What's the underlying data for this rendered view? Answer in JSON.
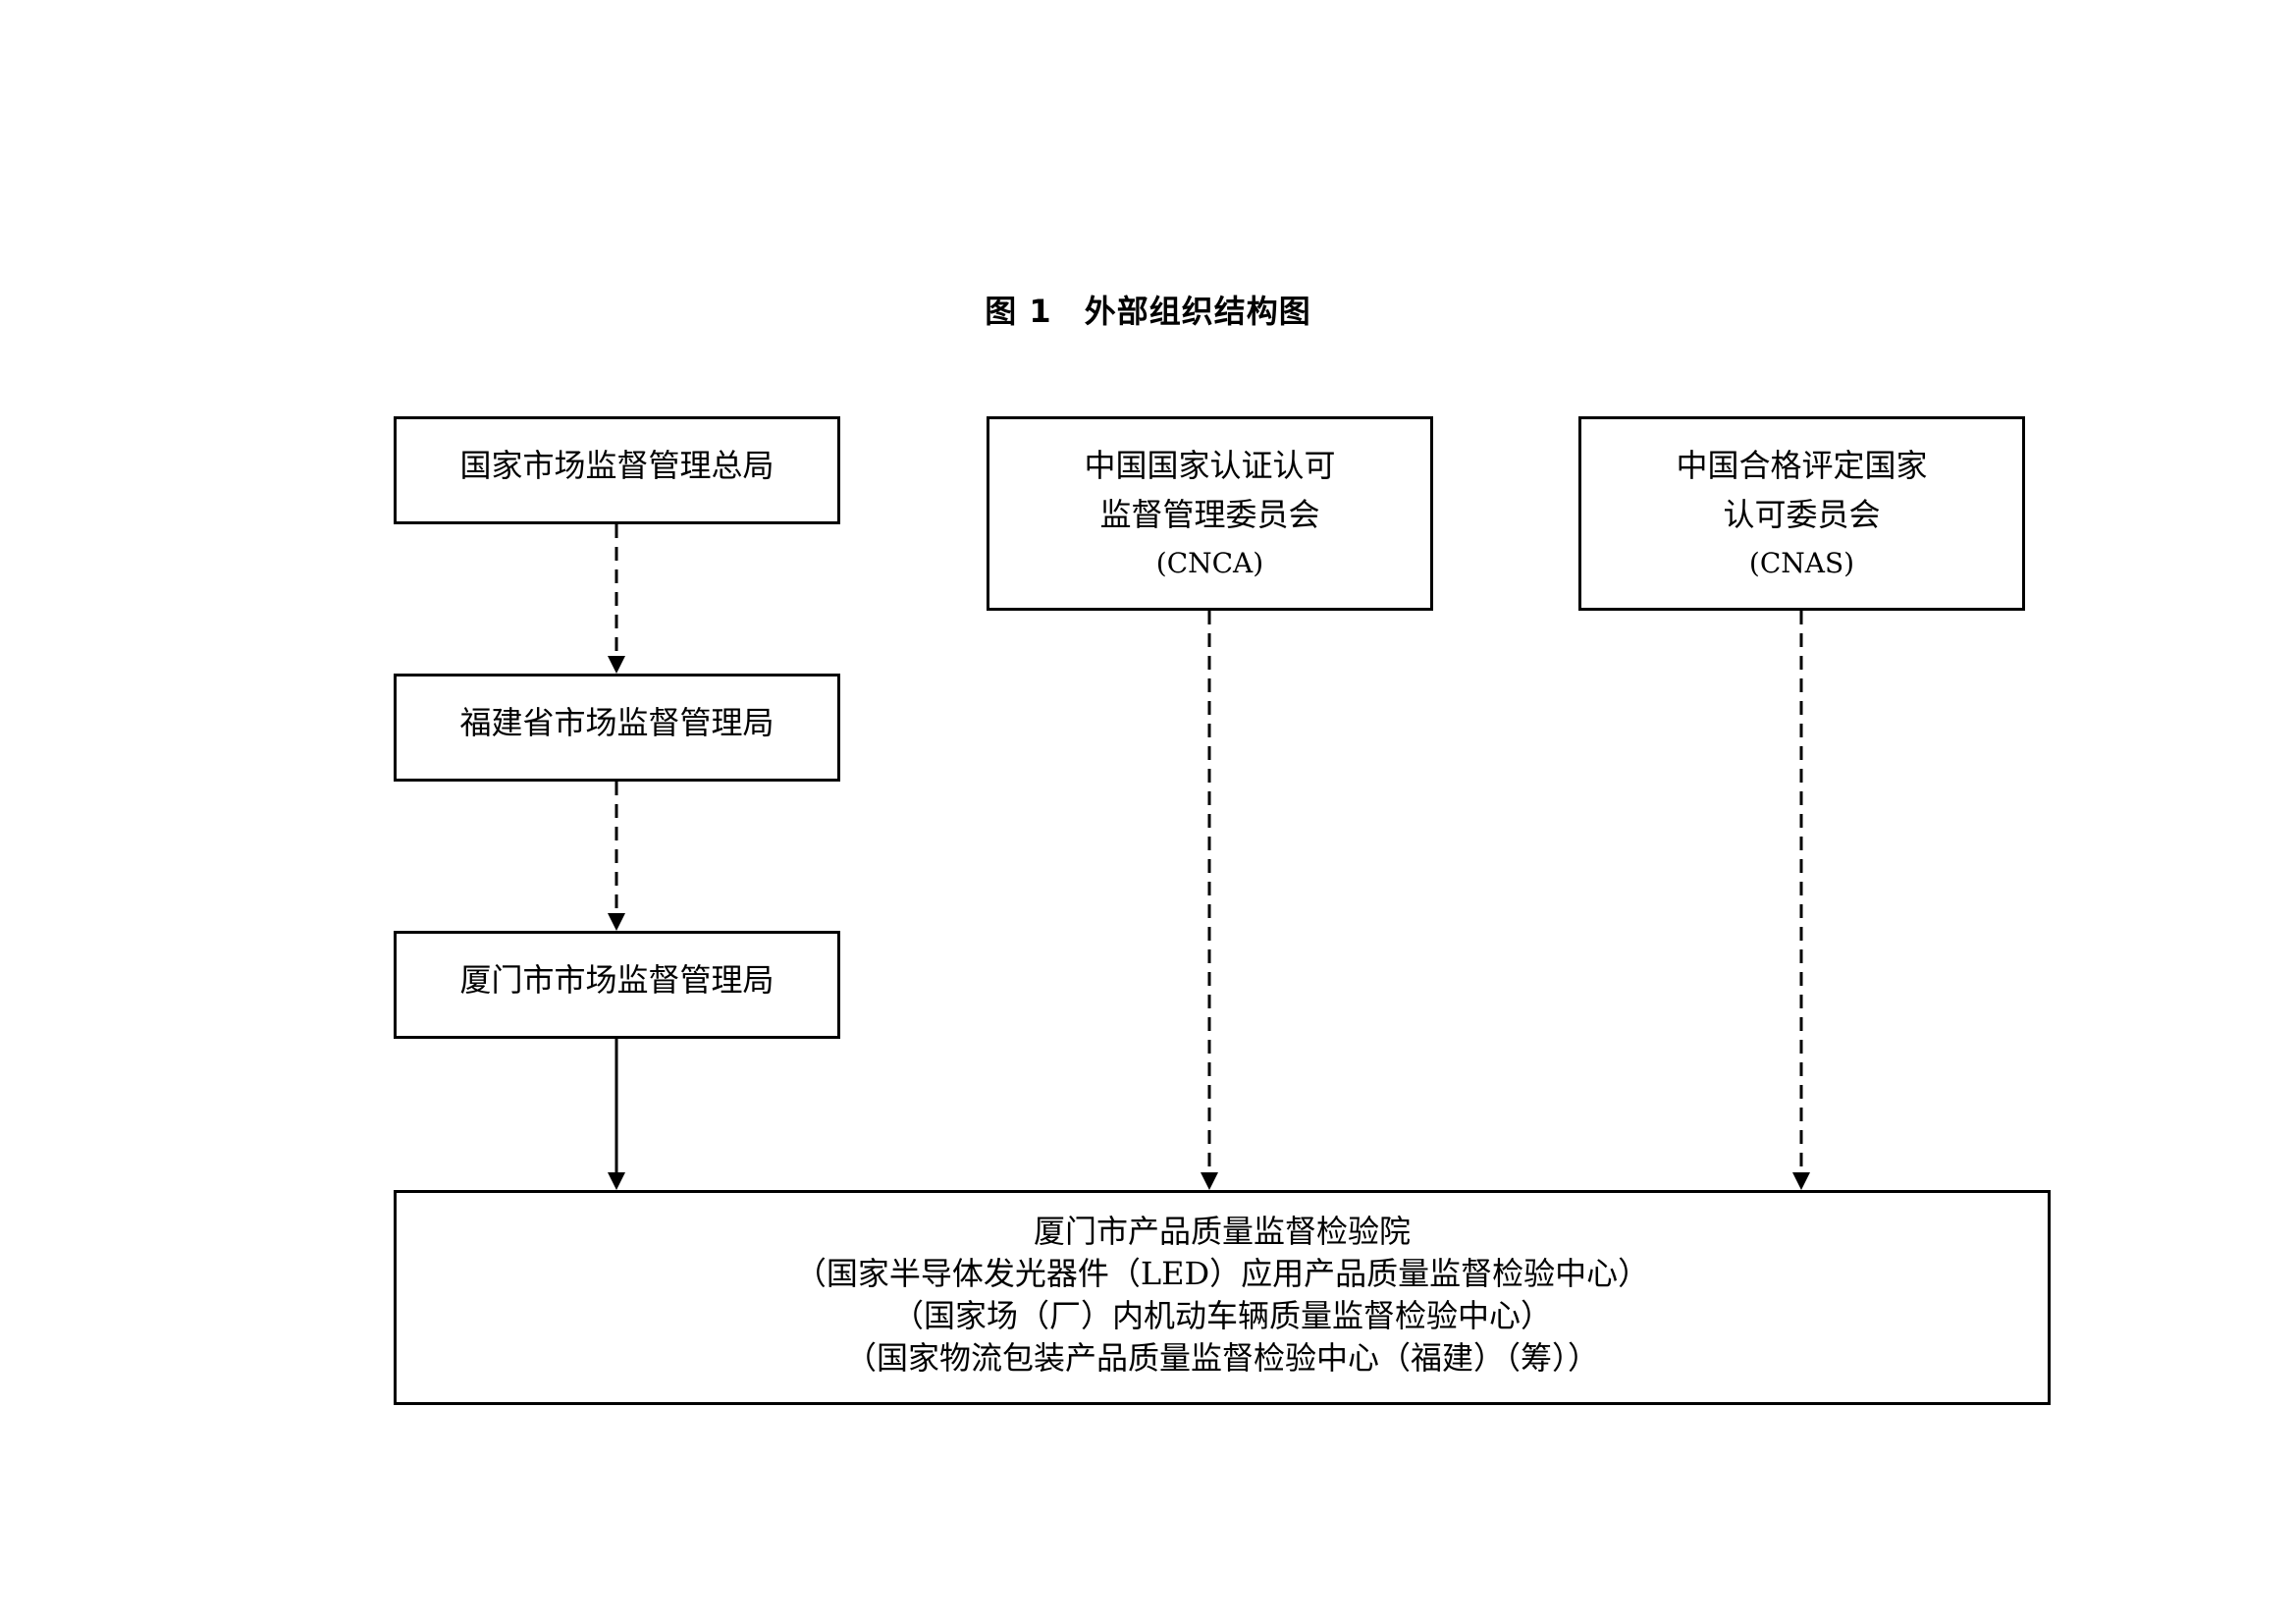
{
  "title": "图 1　外部组织结构图",
  "nodes": {
    "samr": {
      "lines": [
        "国家市场监督管理总局"
      ]
    },
    "cnca": {
      "lines": [
        "中国国家认证认可",
        "监督管理委员会",
        "(CNCA)"
      ]
    },
    "cnas": {
      "lines": [
        "中国合格评定国家",
        "认可委员会",
        "(CNAS)"
      ]
    },
    "fujian": {
      "lines": [
        "福建省市场监督管理局"
      ]
    },
    "xiamen": {
      "lines": [
        "厦门市市场监督管理局"
      ]
    },
    "institute": {
      "lines": [
        "厦门市产品质量监督检验院",
        "（国家半导体发光器件（LED）应用产品质量监督检验中心）",
        "（国家场（厂）内机动车辆质量监督检验中心）",
        "（国家物流包装产品质量监督检验中心（福建）（筹））"
      ]
    }
  },
  "edges": [
    {
      "from": "samr",
      "to": "fujian",
      "style": "dashed"
    },
    {
      "from": "fujian",
      "to": "xiamen",
      "style": "dashed"
    },
    {
      "from": "xiamen",
      "to": "institute",
      "style": "solid"
    },
    {
      "from": "cnca",
      "to": "institute",
      "style": "dashed"
    },
    {
      "from": "cnas",
      "to": "institute",
      "style": "dashed"
    }
  ]
}
